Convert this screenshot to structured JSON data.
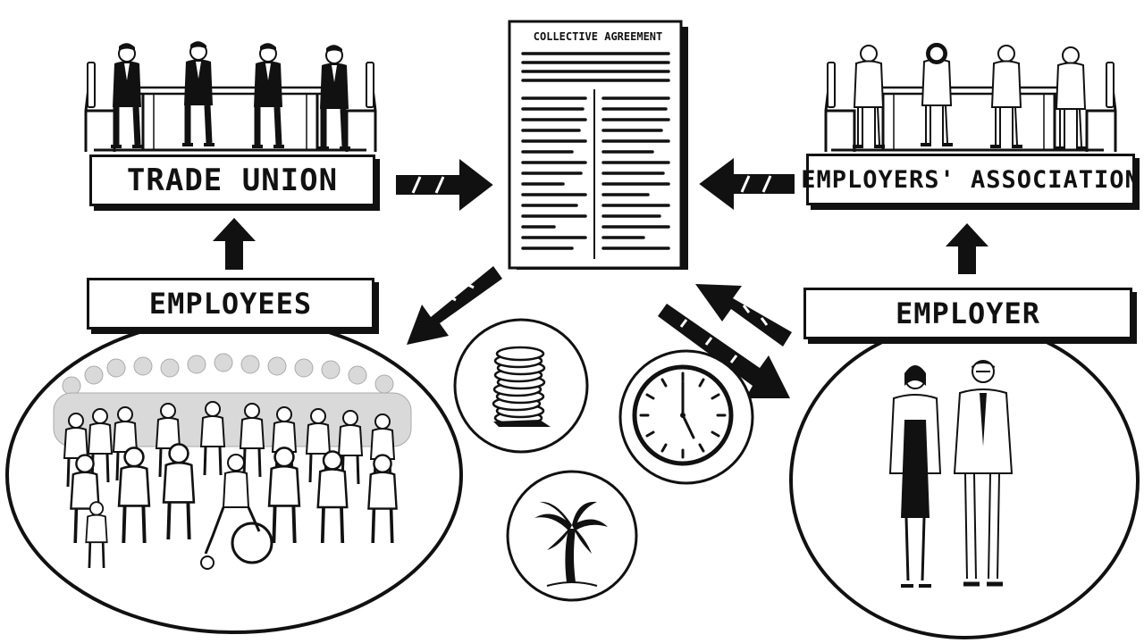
{
  "labels": {
    "trade_union": "TRADE UNION",
    "employers_association": "EMPLOYERS' ASSOCIATION",
    "employees": "EMPLOYEES",
    "employer": "EMPLOYER"
  },
  "document": {
    "title": "COLLECTIVE AGREEMENT"
  },
  "icons": {
    "coins": "coin-stack-icon",
    "clock": "clock-icon",
    "palm": "palm-tree-icon"
  },
  "colors": {
    "ink": "#111111",
    "paper": "#ffffff",
    "shade": "#d9d9d9"
  }
}
